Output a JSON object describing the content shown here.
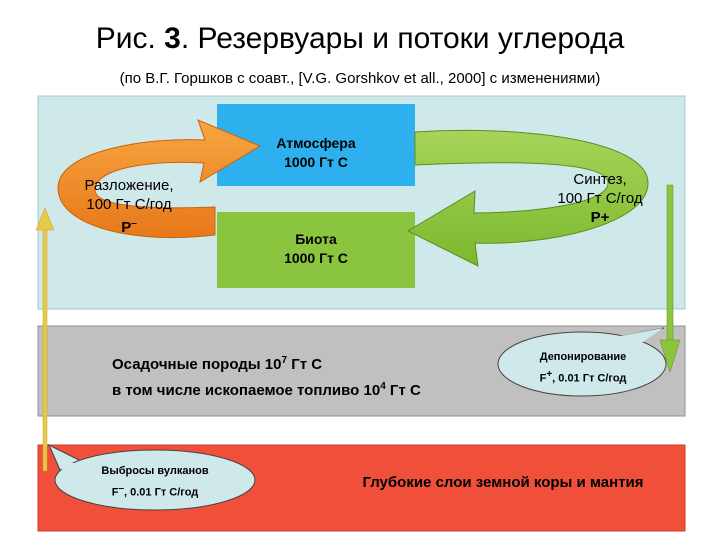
{
  "title": {
    "prefix": "Рис. ",
    "number": "3",
    "rest": ". Резервуары и потоки углерода"
  },
  "subtitle": "(по В.Г. Горшков с соавт., [V.G. Gorshkov et all., 2000] с изменениями)",
  "atmosphere": {
    "line1": "Атмосфера",
    "line2": "1000 Гт С"
  },
  "biota": {
    "line1": "Биота",
    "line2": "1000 Гт С"
  },
  "decomposition": {
    "line1": "Разложение,",
    "line2": "100 Гт С/год",
    "symbol": "P",
    "sign": "–"
  },
  "synthesis": {
    "line1": "Синтез,",
    "line2": "100 Гт С/год",
    "symbol": "P+"
  },
  "sediments": {
    "line1_text": "Осадочные породы 10",
    "line1_exp": "7",
    "line1_unit": " Гт С",
    "line2_text": "в том числе ископаемое топливо 10",
    "line2_exp": "4",
    "line2_unit": " Гт С"
  },
  "deposition": {
    "line1": "Депонирование",
    "symbol": "F",
    "sign": "+",
    "rest": ", 0.01 Гт С/год"
  },
  "volcanoes": {
    "line1": "Выбросы вулканов",
    "symbol": "F",
    "sign": "–",
    "rest": ", 0.01 Гт С/год"
  },
  "deep_layers": "Глубокие слои земной коры и мантия",
  "colors": {
    "top_zone": "#cfe8ea",
    "mid_zone": "#c0c0c0",
    "bottom_zone": "#f0503a",
    "atmosphere": "#2eb0ee",
    "biota": "#8bc53f",
    "arrow_orange": "#f08c1e",
    "arrow_green": "#8bc53f",
    "callout": "#cfe8ea"
  }
}
